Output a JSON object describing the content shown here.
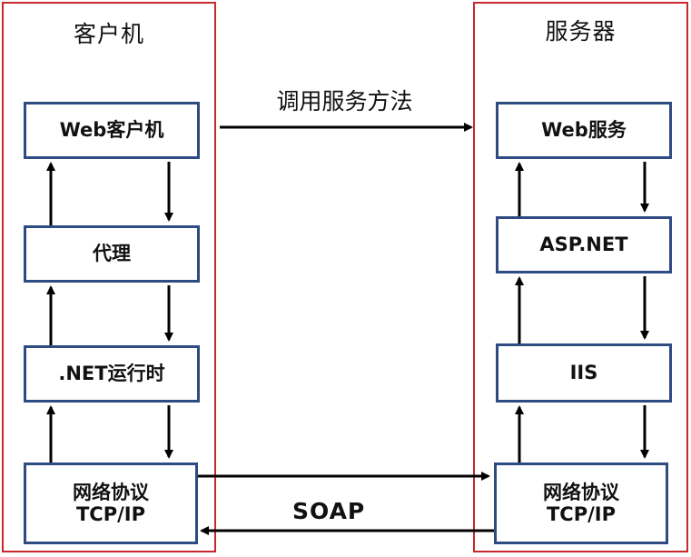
{
  "client": {
    "title": "客户机",
    "boxes": {
      "web_client": "Web客户机",
      "proxy": "代理",
      "runtime": ".NET运行时",
      "protocol_line1": "网络协议",
      "protocol_line2": "TCP/IP"
    }
  },
  "server": {
    "title": "服务器",
    "boxes": {
      "web_service": "Web服务",
      "aspnet": "ASP.NET",
      "iis": "IIS",
      "protocol_line1": "网络协议",
      "protocol_line2": "TCP/IP"
    }
  },
  "messages": {
    "call_method": "调用服务方法",
    "soap": "SOAP"
  },
  "colors": {
    "panel_border": "#c8282d",
    "box_border": "#2e4b82",
    "arrow": "#000000"
  }
}
